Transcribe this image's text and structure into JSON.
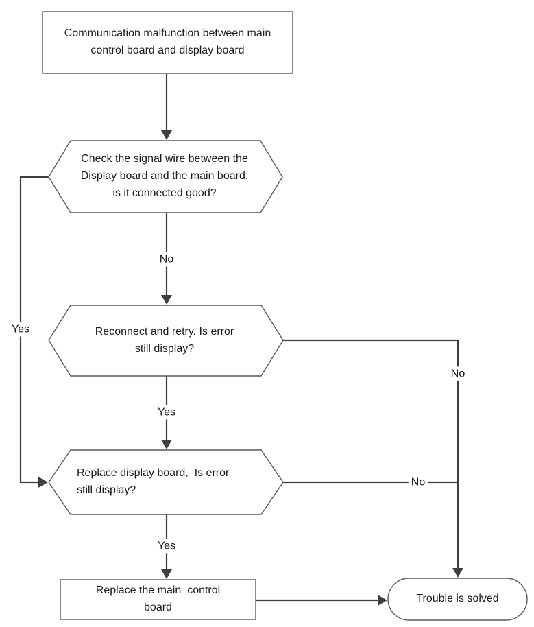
{
  "flowchart": {
    "nodes": {
      "start": {
        "shape": "rectangle",
        "lines": [
          "Communication malfunction between main",
          "control board and display board"
        ]
      },
      "check_wire": {
        "shape": "hexagon",
        "lines": [
          "Check the signal wire between the",
          "Display board and the main board,",
          "is it connected good?"
        ]
      },
      "reconnect": {
        "shape": "hexagon",
        "lines": [
          "Reconnect and retry. Is error",
          "still display?"
        ]
      },
      "replace_display": {
        "shape": "hexagon",
        "lines": [
          "Replace display board,  Is error",
          "still display?"
        ]
      },
      "replace_main": {
        "shape": "rectangle",
        "lines": [
          "Replace the main  control",
          "board"
        ]
      },
      "solved": {
        "shape": "stadium",
        "lines": [
          "Trouble is solved"
        ]
      }
    },
    "edge_labels": {
      "check_to_reconnect": "No",
      "check_to_replace_display": "Yes",
      "reconnect_to_replace_display": "Yes",
      "reconnect_to_solved": "No",
      "replace_display_to_solved": "No",
      "replace_display_to_replace_main": "Yes"
    },
    "colors": {
      "line": "#3f3f3f",
      "border": "#595959",
      "text": "#1a1a1a",
      "background": "#ffffff"
    }
  }
}
